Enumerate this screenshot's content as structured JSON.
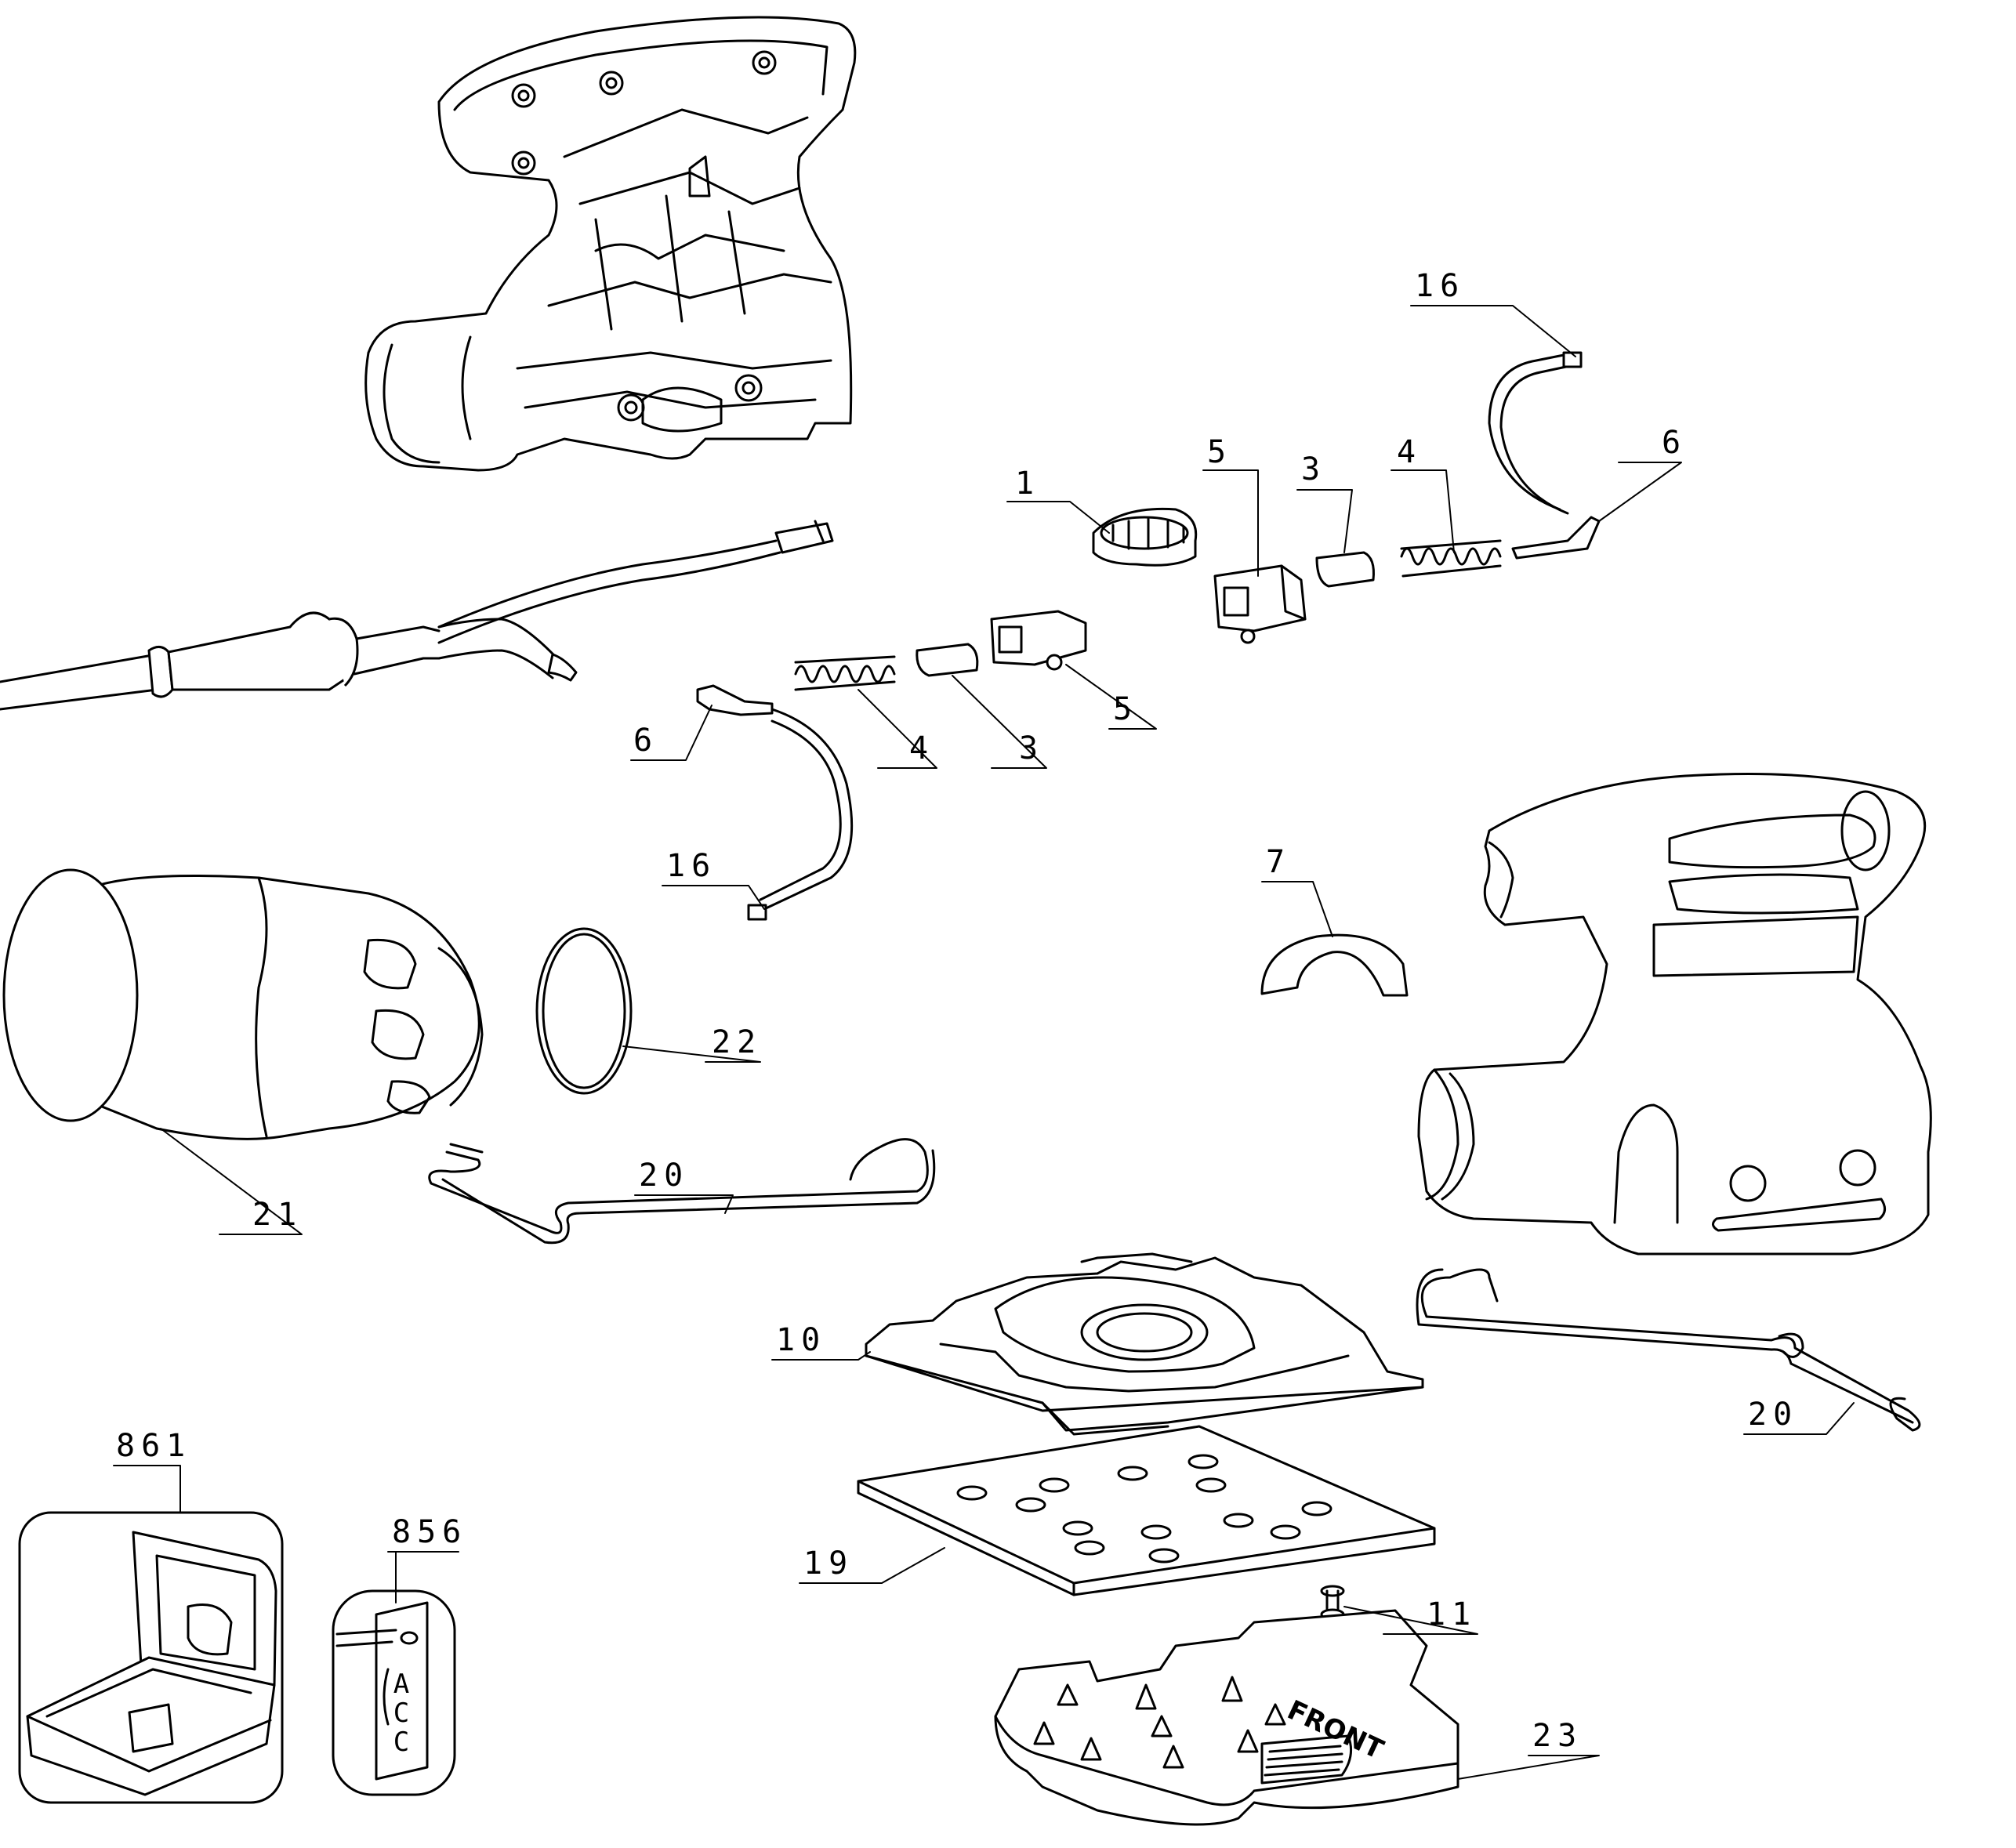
{
  "diagram": {
    "callouts": {
      "c1": "1",
      "c3a": "3",
      "c3b": "3",
      "c4a": "4",
      "c4b": "4",
      "c5a": "5",
      "c5b": "5",
      "c6a": "6",
      "c6b": "6",
      "c7": "7",
      "c10": "10",
      "c11": "11",
      "c16a": "16",
      "c16b": "16",
      "c19": "19",
      "c20a": "20",
      "c20b": "20",
      "c21": "21",
      "c22": "22",
      "c23": "23",
      "c856": "856",
      "c861": "861"
    },
    "accessory_tag": {
      "l1": "A",
      "l2": "C",
      "l3": "C"
    },
    "platen_mark": "FRONT"
  }
}
